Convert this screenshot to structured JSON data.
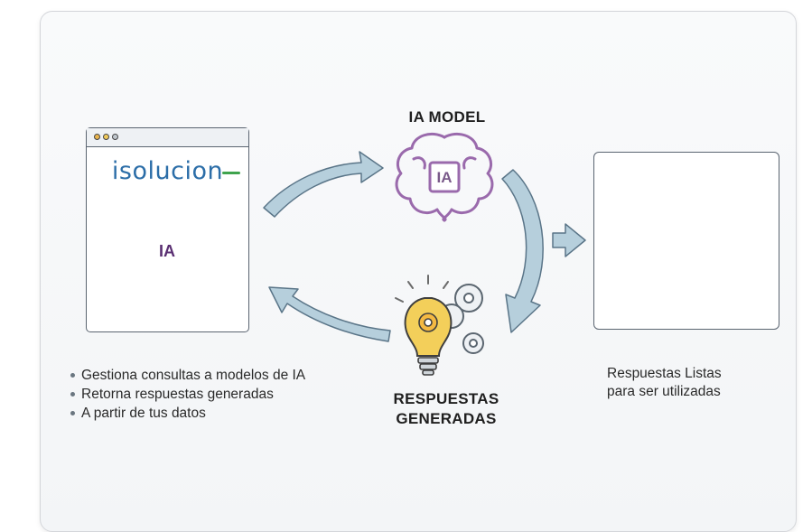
{
  "window": {
    "brand": "isolucion"
  },
  "brain_label": "IA",
  "ia_model": {
    "title": "IA MODEL"
  },
  "features": [
    "Gestiona consultas a modelos de IA",
    "Retorna respuestas generadas",
    "A partir de tus datos"
  ],
  "generated": {
    "title_line1": "RESPUESTAS",
    "title_line2": "GENERADAS"
  },
  "result": {
    "line1": "Respuestas Listas",
    "line2": "para ser utilizadas"
  },
  "colors": {
    "brand_blue": "#2c6ea8",
    "brain_purple": "#7b3f8f",
    "arrow_blue": "#a9c6d6",
    "bulb_yellow": "#f3cf5a"
  }
}
